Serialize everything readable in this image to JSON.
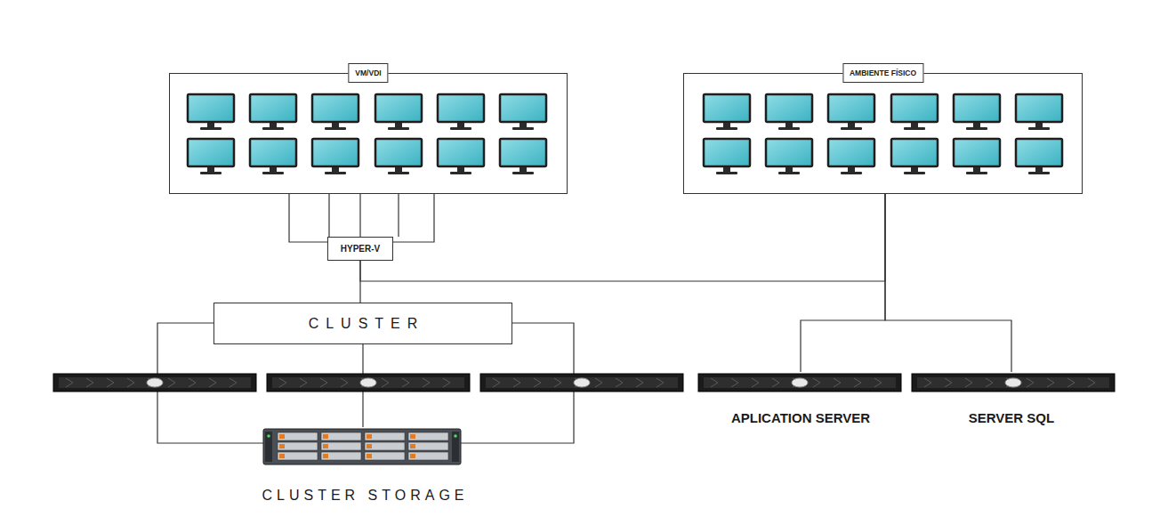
{
  "diagram": {
    "nodes": [
      {
        "text": [
          "VM/VDI"
        ]
      },
      {
        "text": [
          "AMBIENTE FÍSICO"
        ]
      },
      {
        "text": [
          "HYPER-V"
        ]
      },
      {
        "text": [
          "CLUSTER"
        ]
      },
      {
        "text": [
          "APLICATION SERVER"
        ]
      },
      {
        "text": [
          "SERVER SQL"
        ]
      },
      {
        "text": [
          "CLUSTER STORAGE"
        ]
      }
    ],
    "edges": [
      {
        "from": 0,
        "to": 2,
        "arrow": "none"
      },
      {
        "from": 2,
        "to": 3,
        "arrow": "none"
      },
      {
        "from": 2,
        "to": 1,
        "arrow": "none"
      },
      {
        "from": 1,
        "to": 4,
        "arrow": "none"
      },
      {
        "from": 1,
        "to": 5,
        "arrow": "none"
      },
      {
        "from": 3,
        "to": 6,
        "arrow": "none"
      }
    ]
  }
}
